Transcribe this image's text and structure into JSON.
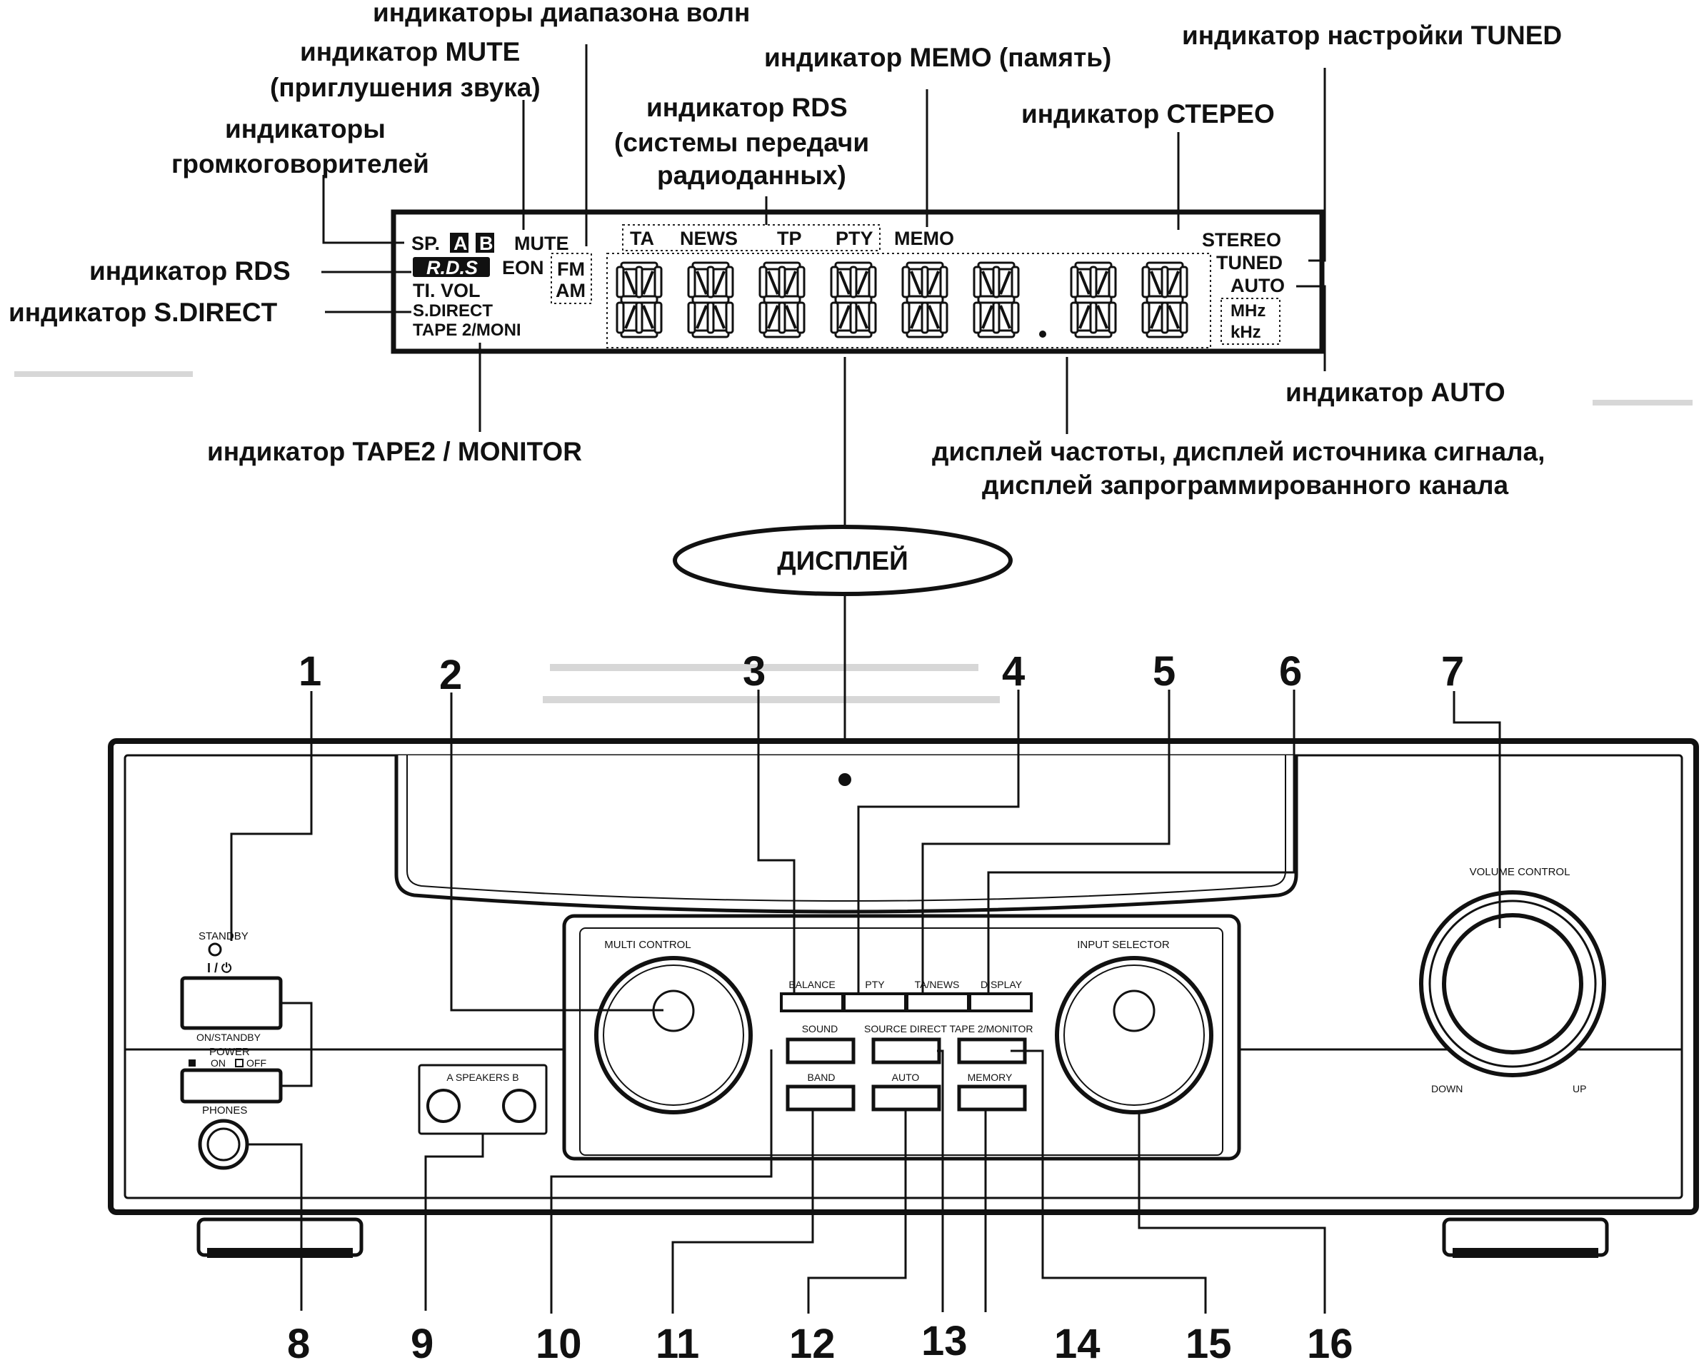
{
  "annotations": {
    "band_indicators": "индикаторы диапазона волн",
    "mute_indicator_line1": "индикатор MUTE",
    "mute_indicator_line2": "(приглушения звука)",
    "memo_indicator": "индикатор MEMO (память)",
    "tuned_indicator": "индикатор настройки TUNED",
    "speakers_indicator_line1": "индикаторы",
    "speakers_indicator_line2": "громкоговорителей",
    "rds_system_line1": "индикатор RDS",
    "rds_system_line2": "(системы передачи",
    "rds_system_line3": "радиоданных)",
    "stereo_indicator": "индикатор СТЕРЕО",
    "rds_indicator": "индикатор RDS",
    "sdirect_indicator": "индикатор S.DIRECT",
    "auto_indicator": "индикатор AUTO",
    "tape_monitor_indicator": "индикатор TAPE2 / MONITOR",
    "frequency_display_line1": "дисплей частоты, дисплей источника сигнала,",
    "frequency_display_line2": "дисплей запрограммированного канала",
    "display_oval": "ДИСПЛЕЙ"
  },
  "display_panel": {
    "sp": "SP.",
    "speaker_a": "A",
    "speaker_b": "B",
    "mute": "MUTE",
    "rds_logo": "R.D.S",
    "eon": "EON",
    "fm": "FM",
    "am": "AM",
    "ti_vol": "TI. VOL",
    "sdirect": "S.DIRECT",
    "tape_moni": "TAPE 2/MONI",
    "ta": "TA",
    "news": "NEWS",
    "tp": "TP",
    "pty": "PTY",
    "memo": "MEMO",
    "stereo": "STEREO",
    "tuned": "TUNED",
    "auto": "AUTO",
    "mhz": "MHz",
    "khz": "kHz",
    "digits": [
      "8",
      "8",
      "8",
      "8",
      "8",
      "8",
      "8",
      "8"
    ]
  },
  "front_panel": {
    "standby": "STANDBY",
    "on_standby_symbol": "I / ⏻",
    "on_standby": "ON/STANDBY",
    "power": "POWER",
    "power_on": "ON",
    "power_off": "OFF",
    "phones": "PHONES",
    "speakers": "A  SPEAKERS  B",
    "multi_control": "MULTI CONTROL",
    "input_selector": "INPUT SELECTOR",
    "volume_control": "VOLUME CONTROL",
    "down": "DOWN",
    "up": "UP",
    "buttons_top": [
      "BALANCE",
      "PTY",
      "TA/NEWS",
      "DISPLAY"
    ],
    "buttons_mid": [
      "SOUND",
      "SOURCE DIRECT",
      "TAPE 2/MONITOR"
    ],
    "buttons_bot": [
      "BAND",
      "AUTO",
      "MEMORY"
    ]
  },
  "callout_numbers": [
    "1",
    "2",
    "3",
    "4",
    "5",
    "6",
    "7",
    "8",
    "9",
    "10",
    "11",
    "12",
    "13",
    "14",
    "15",
    "16"
  ]
}
